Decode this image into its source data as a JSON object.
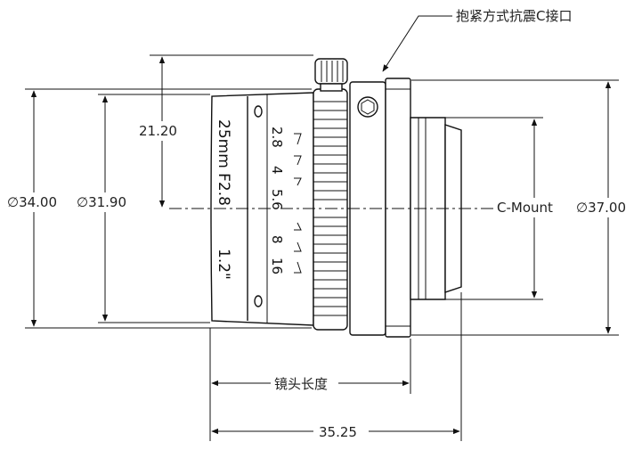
{
  "callout": {
    "text": "抱紧方式抗震C接口"
  },
  "dimensions": {
    "dia_outer": "∅34.00",
    "dia_inner": "∅31.90",
    "height_top": "21.20",
    "mount_label": "C-Mount",
    "dia_mount": "∅37.00",
    "length_label": "镜头长度",
    "length_value": "35.25"
  },
  "lens": {
    "engraving_lines": [
      "25mm F2.8",
      "1.2\""
    ],
    "aperture_scale": [
      "2.8",
      "4",
      "5.6",
      "8",
      "16"
    ]
  }
}
